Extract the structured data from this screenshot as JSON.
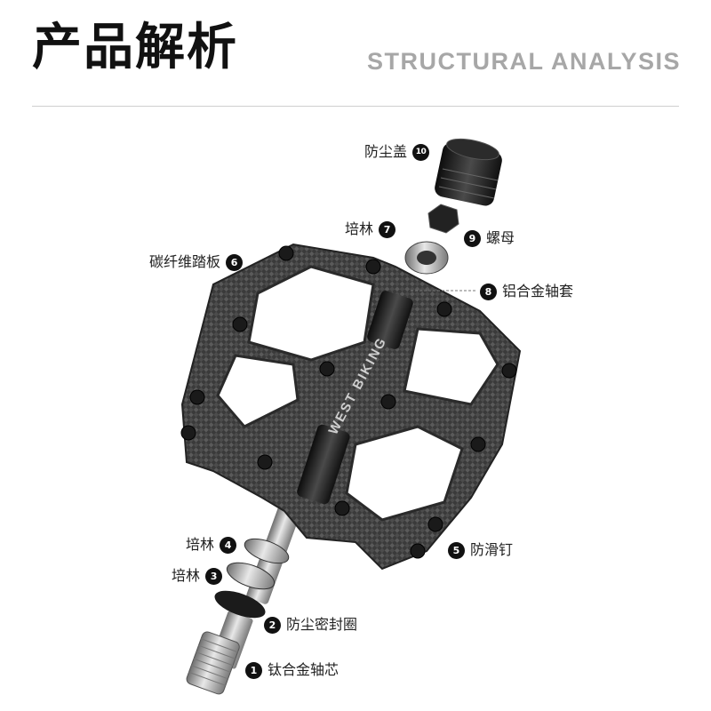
{
  "header": {
    "title_cn": "产品解析",
    "title_en": "STRUCTURAL ANALYSIS"
  },
  "callouts": {
    "c1": {
      "number": "1",
      "label": "钛合金轴芯"
    },
    "c2": {
      "number": "2",
      "label": "防尘密封圈"
    },
    "c3": {
      "number": "3",
      "label": "培林"
    },
    "c4": {
      "number": "4",
      "label": "培林"
    },
    "c5": {
      "number": "5",
      "label": "防滑钉"
    },
    "c6": {
      "number": "6",
      "label": "碳纤维踏板"
    },
    "c7": {
      "number": "7",
      "label": "培林"
    },
    "c8": {
      "number": "8",
      "label": "铝合金轴套"
    },
    "c9": {
      "number": "9",
      "label": "螺母"
    },
    "c10": {
      "number": "10",
      "label": "防尘盖"
    }
  },
  "pedal": {
    "brand_text": "WEST BIKING"
  },
  "colors": {
    "title": "#111111",
    "subtitle": "#a7a7a7",
    "badge": "#111111",
    "carbon": "#4a4a4a",
    "metal": "#b9b9b9"
  }
}
